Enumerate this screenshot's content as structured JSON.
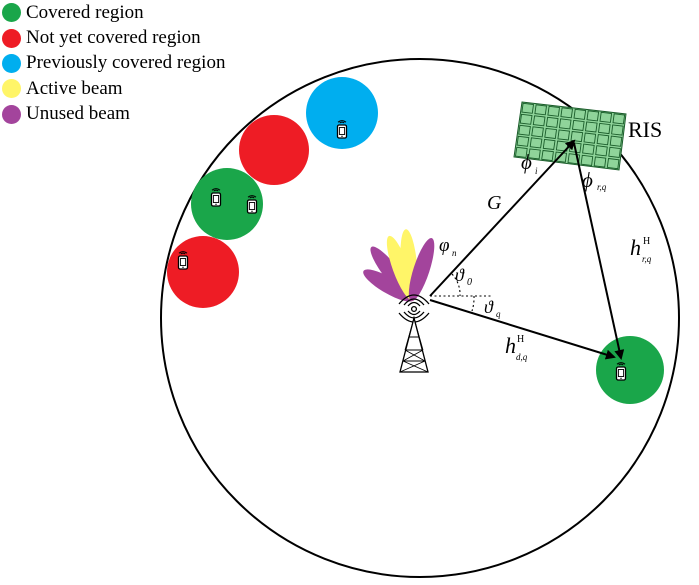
{
  "legend": {
    "items": [
      {
        "label": "Covered region",
        "color": "#1aa64a"
      },
      {
        "label": "Not yet covered region",
        "color": "#ee1c25"
      },
      {
        "label": "Previously covered region",
        "color": "#00aeef"
      },
      {
        "label": "Active beam",
        "color": "#fff568"
      },
      {
        "label": "Unused beam",
        "color": "#a3449c"
      }
    ]
  },
  "colors": {
    "covered": "#1aa64a",
    "not_covered": "#ee1c25",
    "previously_covered": "#00aeef",
    "active_beam": "#fff568",
    "unused_beam": "#a3449c",
    "ris_panel": "#8fd49a",
    "ris_grid": "#1a5c2a"
  },
  "labels": {
    "ris": "RIS",
    "G": "G",
    "phi_i": {
      "base": "ϕ",
      "sub": "i"
    },
    "phi_rq": {
      "base": "ϕ",
      "sub": "r,q"
    },
    "varphi_n": {
      "base": "φ",
      "sub": "n"
    },
    "theta_0": {
      "base": "ϑ",
      "sub": "0"
    },
    "theta_q": {
      "base": "ϑ",
      "sub": "q"
    },
    "h_rq": {
      "base": "h",
      "sup": "H",
      "sub": "r,q"
    },
    "h_dq": {
      "base": "h",
      "sup": "H",
      "sub": "d,q"
    }
  },
  "icons": {
    "user": "smartphone-icon",
    "base_station": "antenna-tower-icon"
  }
}
